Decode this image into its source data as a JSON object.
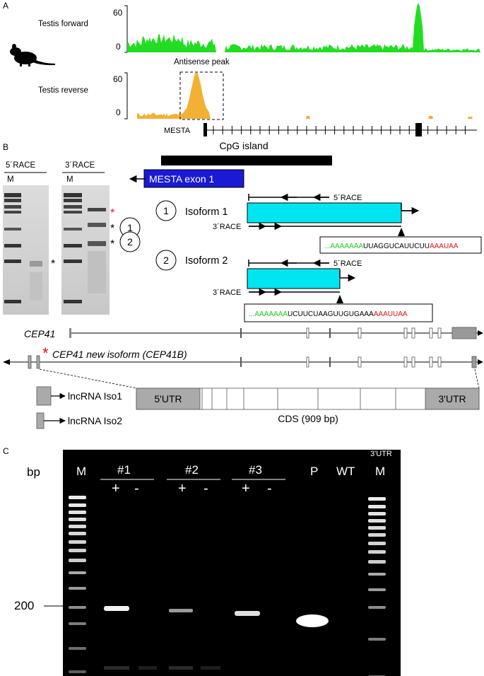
{
  "panel_a": {
    "label": "A",
    "forward_label": "Testis forward",
    "forward_y_max": "60",
    "forward_y_min": "0",
    "reverse_label": "Testis reverse",
    "reverse_y_max": "60",
    "reverse_y_min": "0",
    "antisense_label": "Antisense peak",
    "gene_label": "MESTA",
    "forward_color": "#22dd22",
    "reverse_color": "#f2b035"
  },
  "panel_b": {
    "label": "B",
    "gel_5race_label": "5´RACE",
    "gel_3race_label": "3´RACE",
    "marker_label": "M",
    "cpg_label": "CpG island",
    "exon_label": "MESTA exon 1",
    "exon_color": "#1a1ad6",
    "isoform1_num": "1",
    "isoform1_label": "Isoform 1",
    "isoform2_num": "2",
    "isoform2_label": "Isoform 2",
    "race5_label": "5´RACE",
    "race3_label": "3´RACE",
    "iso_box_color": "#00e5f0",
    "seq1": {
      "dots": "...",
      "polyA": "AAAAAAA",
      "mid": "UUAGGUCAUUCUU",
      "signal": "AAAUAA"
    },
    "seq2": {
      "dots": "...",
      "polyA": "AAAAAAA",
      "mid": "UCUUCUAAGUUGUGAAA",
      "signal": "AAAUUAA"
    },
    "cep41_label": "CEP41",
    "cep41b_label": "CEP41 new isoform (CEP41B)",
    "utr5_label": "5'UTR",
    "utr3_label": "3'UTR",
    "cds_label": "CDS (909 bp)",
    "lnc1_label": "lncRNA Iso1",
    "lnc2_label": "lncRNA Iso2",
    "star": "*"
  },
  "panel_c": {
    "label": "C",
    "bp_label": "bp",
    "marker_left": "M",
    "marker_right": "M",
    "group1": "#1",
    "group2": "#2",
    "group3": "#3",
    "plus": "+",
    "minus": "-",
    "p_label": "P",
    "wt_label": "WT",
    "size_label": "200",
    "cut_label": "3'UTR"
  }
}
